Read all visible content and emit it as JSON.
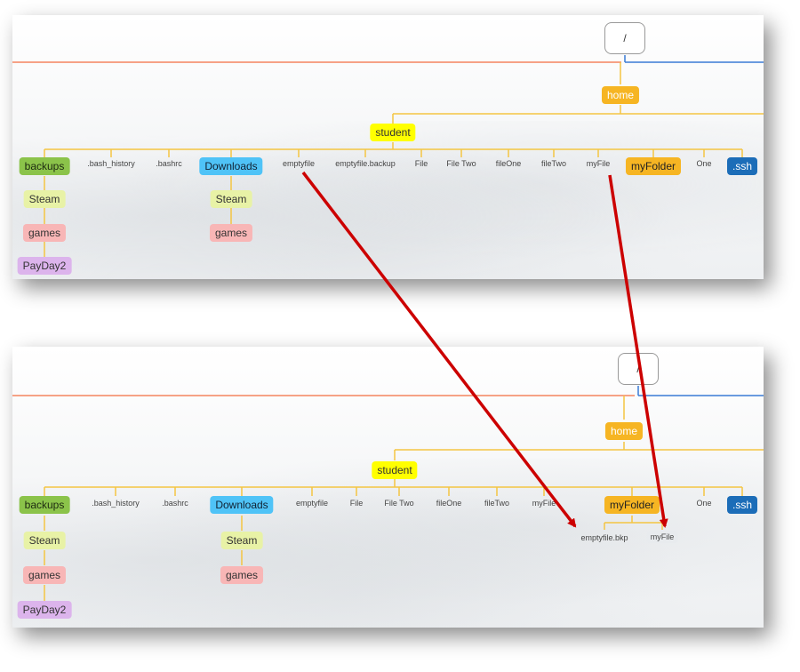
{
  "colors": {
    "connector": "#f4c542",
    "orange_line": "#f4845f",
    "blue_line": "#3a7bd5",
    "arrow": "#cc0000"
  },
  "top": {
    "root": "/",
    "home": "home",
    "student": "student",
    "children": [
      "backups",
      ".bash_history",
      ".bashrc",
      "Downloads",
      "emptyfile",
      "emptyfile.backup",
      "File",
      "File Two",
      "fileOne",
      "fileTwo",
      "myFile",
      "myFolder",
      "One",
      ".ssh"
    ],
    "backups_chain": [
      "Steam",
      "games",
      "PayDay2"
    ],
    "downloads_chain": [
      "Steam",
      "games"
    ]
  },
  "bottom": {
    "root": "/",
    "home": "home",
    "student": "student",
    "children": [
      "backups",
      ".bash_history",
      ".bashrc",
      "Downloads",
      "emptyfile",
      "File",
      "File Two",
      "fileOne",
      "fileTwo",
      "myFile",
      "myFolder",
      "One",
      ".ssh"
    ],
    "backups_chain": [
      "Steam",
      "games",
      "PayDay2"
    ],
    "downloads_chain": [
      "Steam",
      "games"
    ],
    "myfolder_children": [
      "emptyfile.bkp",
      "myFile"
    ]
  }
}
